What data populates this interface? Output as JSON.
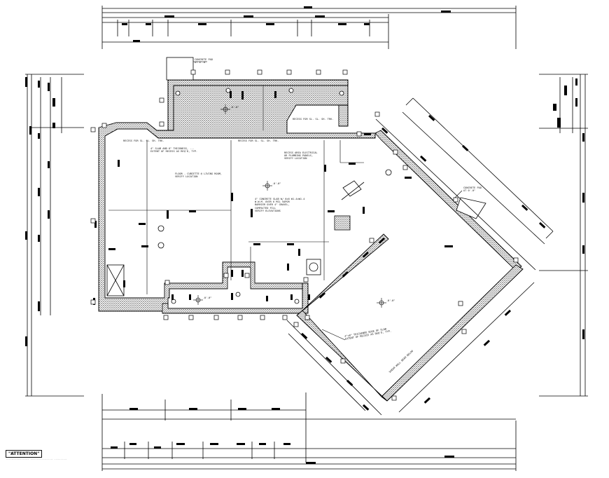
{
  "callout": {
    "title": "\"ATTENTION\""
  },
  "notes": {
    "concrete_pad_top": "CONCRETE PAD\nAT 0'-0\"",
    "concrete_pad_right": "CONCRETE PAD\nAT 0'-0\"",
    "recess_1": "RECESS FOR SL. SL. SH. TRK.",
    "recess_2": "RECESS FOR SL. SL. SH. TRK.",
    "recess_3": "RECESS FOR SL. SL. SH. TRK.",
    "slab_edge": "4\" SLAB AND 6\" THICKNESS, ... \nEXTENT OF RECESS AS REQ'D, TYP.",
    "floor_living": "FLOOR - CUBIETTE @ LIVING ROOM,\nVERIFY LOCATION",
    "electrical": "RECESS AREA ELECTRICAL\nOR PLUMBING PANELS,\nVERIFY LOCATION",
    "slab_spec": "4\" CONCRETE SLAB W/ 6x6 W1.4xW1.4\nW.W.M. OVER 6 MIL VAPOR\nBARRIER OVER 4\" GRAVEL,\nCOMPACTED FILL\nVERIFY ELEVATIONS",
    "grade_beam": "4\"x8\" THICKENED EDGE OF SLAB\nEXTENT OF RECESS AS REQ'D, TYP.",
    "shear_wall": "SHEAR WALL BEAM BELOW",
    "attention_lines": "..................\n..................\n.........."
  },
  "markers": {
    "elev_symbol": "-0'-0\""
  },
  "colors": {
    "ink": "#000000",
    "hatch": "#555555",
    "background": "#ffffff"
  }
}
